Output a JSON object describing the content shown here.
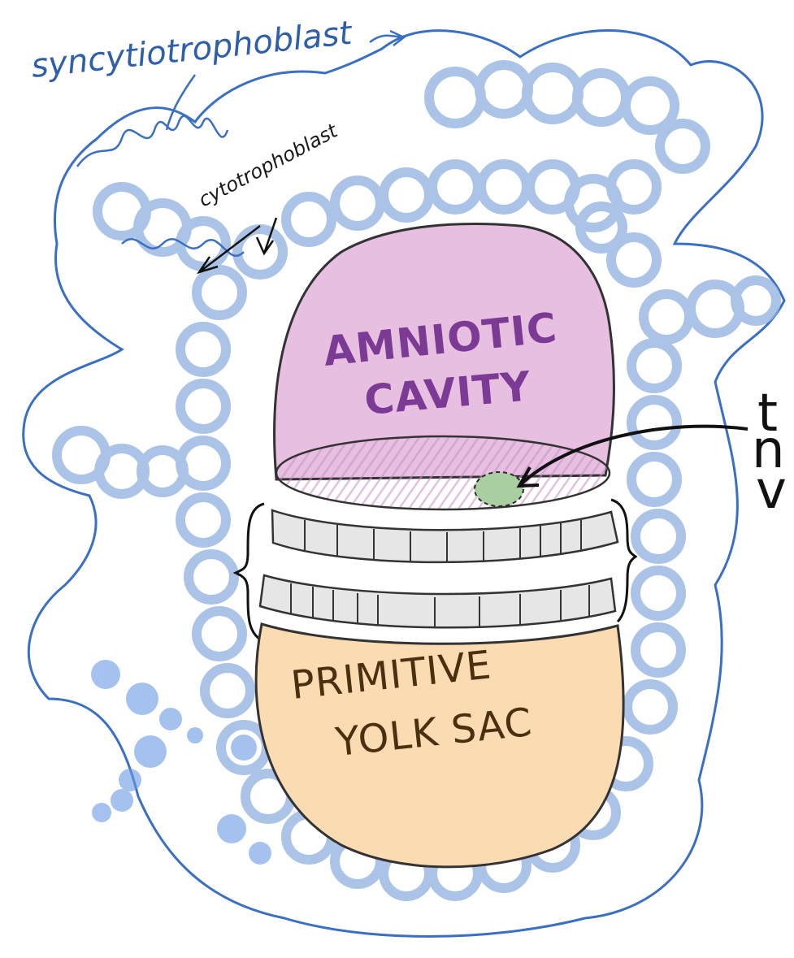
{
  "labels": {
    "syncytiotrophoblast": "syncytiotrophoblast",
    "cytotrophoblast": "cytotrophoblast",
    "amniotic_line1": "AMNIOTIC",
    "amniotic_line2": "CAVITY",
    "yolk_line1": "PRIMITIVE",
    "yolk_line2": "YOLK SAC",
    "cutoff_line1": "t",
    "cutoff_line2": "n",
    "cutoff_line3": "v"
  },
  "colors": {
    "outline_blue": "#3a6fc4",
    "loop_blue": "#8fb0e0",
    "amnion_pink": "#e7bfe1",
    "yolk_peach": "#fbdcb2",
    "spot_green": "#a9cfa0",
    "epiblast_gray": "#e6e6e6"
  }
}
